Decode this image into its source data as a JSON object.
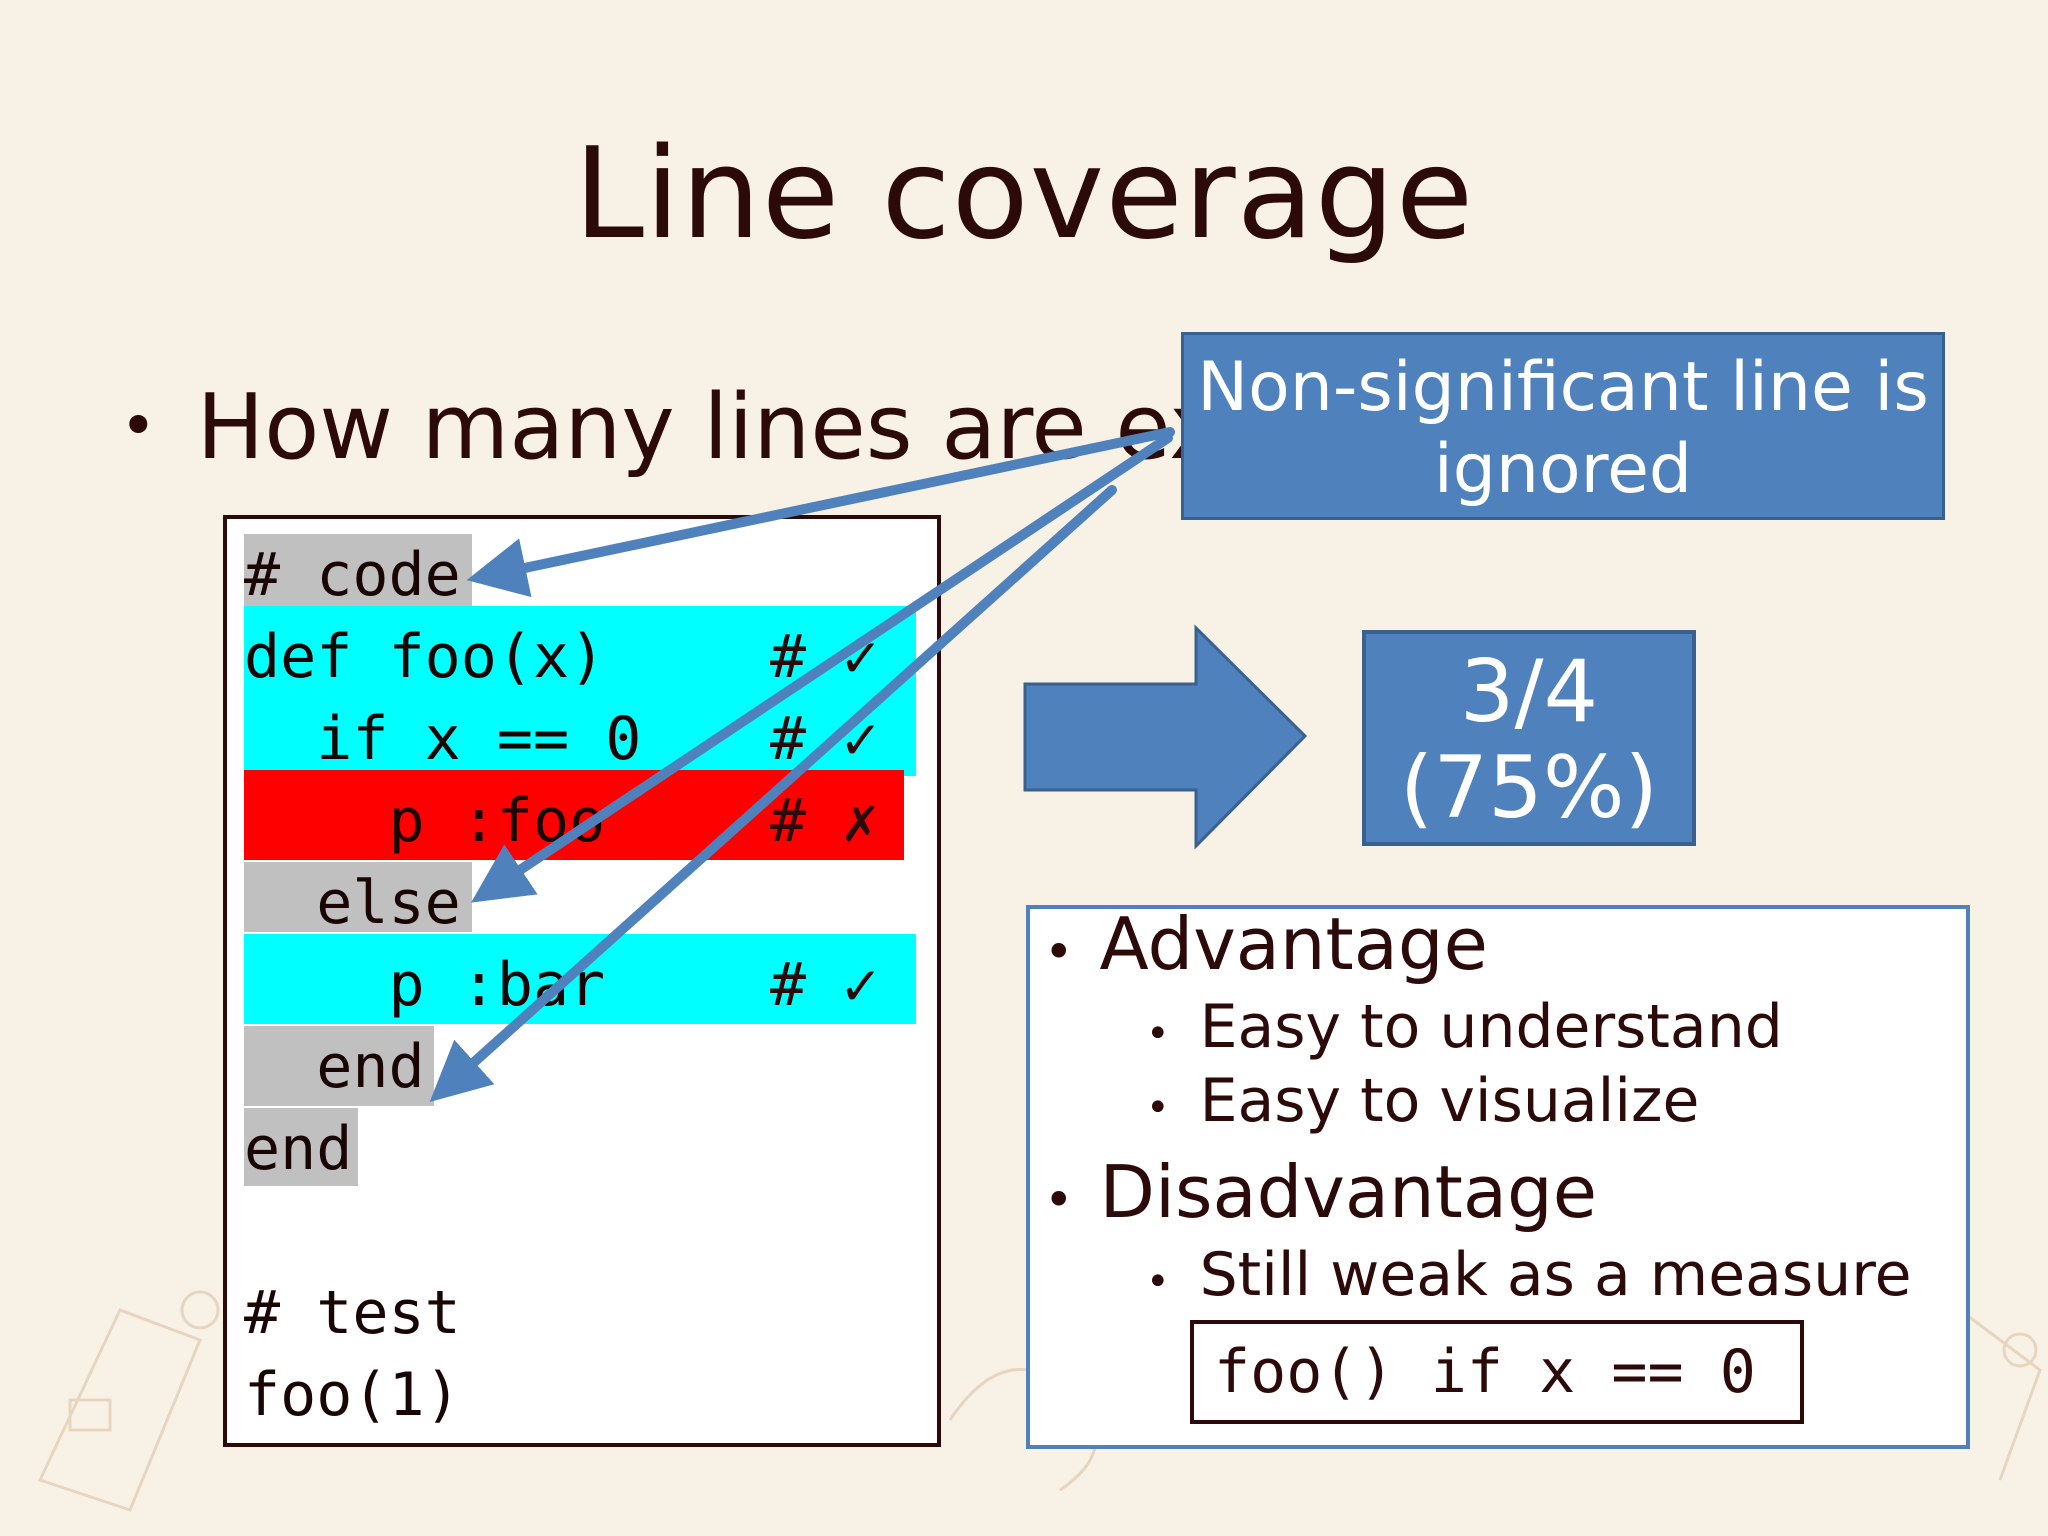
{
  "slide": {
    "title": "Line coverage",
    "bullet": "How many lines are ex",
    "bullet_marker": "•"
  },
  "code": {
    "lines": [
      {
        "text": "# code",
        "status": "ignored",
        "mark": ""
      },
      {
        "text": "def foo(x)",
        "status": "covered",
        "mark": "# ✓"
      },
      {
        "text": "  if x == 0",
        "status": "covered",
        "mark": "# ✓"
      },
      {
        "text": "    p :foo",
        "status": "uncovered",
        "mark": "# ✗"
      },
      {
        "text": "  else",
        "status": "ignored",
        "mark": ""
      },
      {
        "text": "    p :bar",
        "status": "covered",
        "mark": "# ✓"
      },
      {
        "text": "  end",
        "status": "ignored",
        "mark": ""
      },
      {
        "text": "end",
        "status": "ignored",
        "mark": ""
      },
      {
        "text": "",
        "status": "none",
        "mark": ""
      },
      {
        "text": "# test",
        "status": "none",
        "mark": ""
      },
      {
        "text": "foo(1)",
        "status": "none",
        "mark": ""
      }
    ],
    "colors": {
      "covered": "#00ffff",
      "uncovered": "#ff0000",
      "ignored": "#c0c0c0"
    }
  },
  "callout": {
    "line1": "Non-significant line is",
    "line2": "ignored"
  },
  "result": {
    "fraction": "3/4",
    "percent": "(75%)",
    "value": 0.75
  },
  "pros_cons": {
    "advantage": "Advantage",
    "advantage_items": [
      "Easy to understand",
      "Easy to visualize"
    ],
    "disadvantage": "Disadvantage",
    "disadvantage_items": [
      "Still weak as a measure"
    ],
    "example_code": "foo() if x == 0"
  },
  "colors": {
    "accent": "#4f81bd",
    "text": "#2d0a0a",
    "background": "#f8f2e6"
  }
}
